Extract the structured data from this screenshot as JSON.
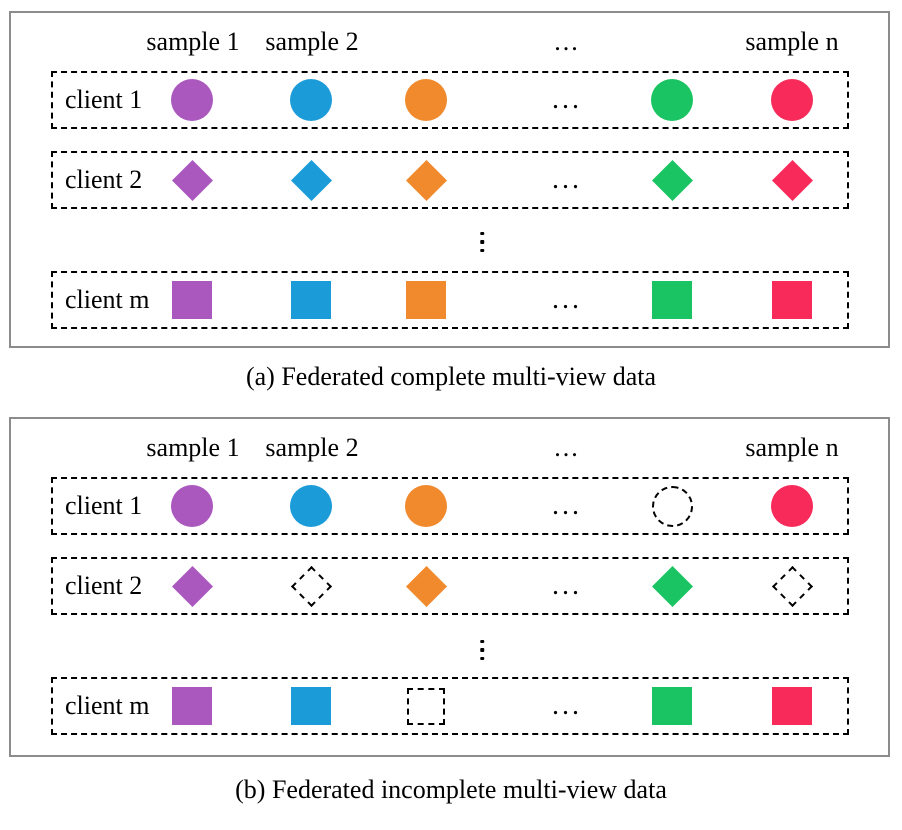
{
  "colors": {
    "purple": "#AA58BE",
    "blue": "#1B9CD9",
    "orange": "#F08A2D",
    "green": "#1BC463",
    "red": "#F72A5A",
    "panel_border": "#8C8C8C"
  },
  "ellipsis_h": "...",
  "ellipsis_v": "⋮",
  "panel_a": {
    "header": [
      "sample 1",
      "sample 2",
      "...",
      "sample n"
    ],
    "rows": [
      {
        "label": "client 1",
        "cells": [
          {
            "shape": "circle",
            "color": "purple"
          },
          {
            "shape": "circle",
            "color": "blue"
          },
          {
            "shape": "circle",
            "color": "orange"
          },
          {
            "shape": "dots"
          },
          {
            "shape": "circle",
            "color": "green"
          },
          {
            "shape": "circle",
            "color": "red"
          }
        ]
      },
      {
        "label": "client 2",
        "cells": [
          {
            "shape": "diamond",
            "color": "purple"
          },
          {
            "shape": "diamond",
            "color": "blue"
          },
          {
            "shape": "diamond",
            "color": "orange"
          },
          {
            "shape": "dots"
          },
          {
            "shape": "diamond",
            "color": "green"
          },
          {
            "shape": "diamond",
            "color": "red"
          }
        ]
      },
      {
        "label": "client m",
        "cells": [
          {
            "shape": "square",
            "color": "purple"
          },
          {
            "shape": "square",
            "color": "blue"
          },
          {
            "shape": "square",
            "color": "orange"
          },
          {
            "shape": "dots"
          },
          {
            "shape": "square",
            "color": "green"
          },
          {
            "shape": "square",
            "color": "red"
          }
        ]
      }
    ],
    "caption": "(a) Federated complete multi-view data"
  },
  "panel_b": {
    "header": [
      "sample 1",
      "sample 2",
      "...",
      "sample n"
    ],
    "rows": [
      {
        "label": "client 1",
        "cells": [
          {
            "shape": "circle",
            "color": "purple"
          },
          {
            "shape": "circle",
            "color": "blue"
          },
          {
            "shape": "circle",
            "color": "orange"
          },
          {
            "shape": "dots"
          },
          {
            "shape": "circle",
            "missing": true
          },
          {
            "shape": "circle",
            "color": "red"
          }
        ]
      },
      {
        "label": "client 2",
        "cells": [
          {
            "shape": "diamond",
            "color": "purple"
          },
          {
            "shape": "diamond",
            "missing": true
          },
          {
            "shape": "diamond",
            "color": "orange"
          },
          {
            "shape": "dots"
          },
          {
            "shape": "diamond",
            "color": "green"
          },
          {
            "shape": "diamond",
            "missing": true
          }
        ]
      },
      {
        "label": "client m",
        "cells": [
          {
            "shape": "square",
            "color": "purple"
          },
          {
            "shape": "square",
            "color": "blue"
          },
          {
            "shape": "square",
            "missing": true
          },
          {
            "shape": "dots"
          },
          {
            "shape": "square",
            "color": "green"
          },
          {
            "shape": "square",
            "color": "red"
          }
        ]
      }
    ],
    "caption": "(b) Federated incomplete multi-view data"
  }
}
